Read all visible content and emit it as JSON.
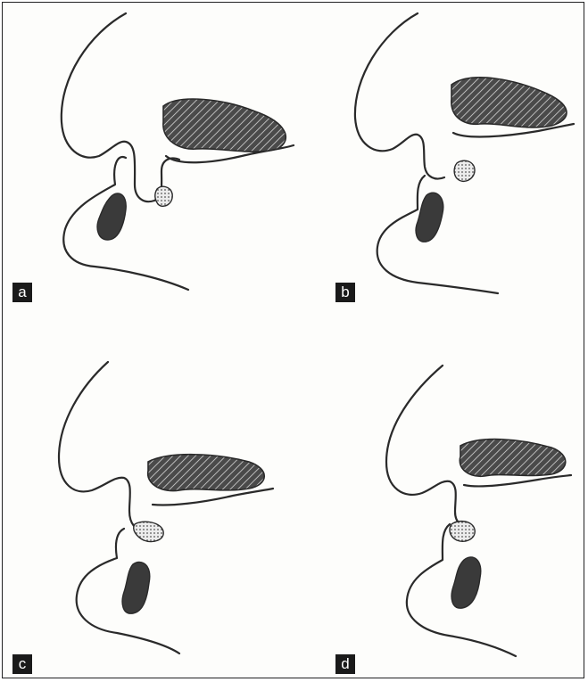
{
  "panels": [
    {
      "id": "a",
      "label": "a"
    },
    {
      "id": "b",
      "label": "b"
    },
    {
      "id": "c",
      "label": "c"
    },
    {
      "id": "d",
      "label": "d"
    }
  ],
  "colors": {
    "ink": "#2a2a2a",
    "label_bg": "#1a1a1a",
    "label_text": "#ffffff",
    "background": "#fdfdfb"
  }
}
